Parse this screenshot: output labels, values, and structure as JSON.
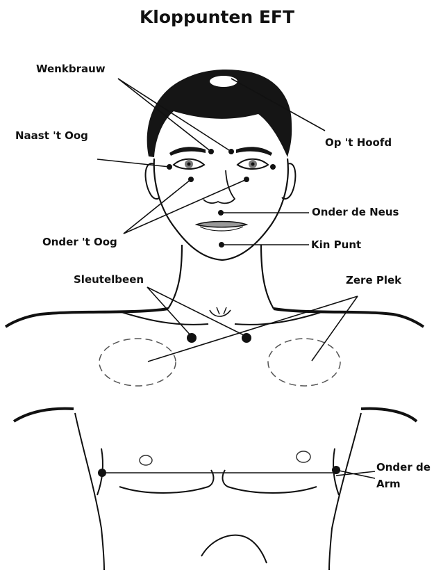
{
  "title": "Kloppunten EFT",
  "labels": {
    "wenkbrauw": "Wenkbrauw",
    "naast_oog": "Naast 't Oog",
    "op_hoofd": "Op 't Hoofd",
    "onder_neus": "Onder de Neus",
    "onder_oog": "Onder 't Oog",
    "kin_punt": "Kin Punt",
    "sleutelbeen": "Sleutelbeen",
    "zere_plek": "Zere Plek",
    "onder_arm_line1": "Onder de",
    "onder_arm_line2": "Arm"
  },
  "colors": {
    "ink": "#111111",
    "hair": "#151515",
    "background": "#ffffff"
  }
}
